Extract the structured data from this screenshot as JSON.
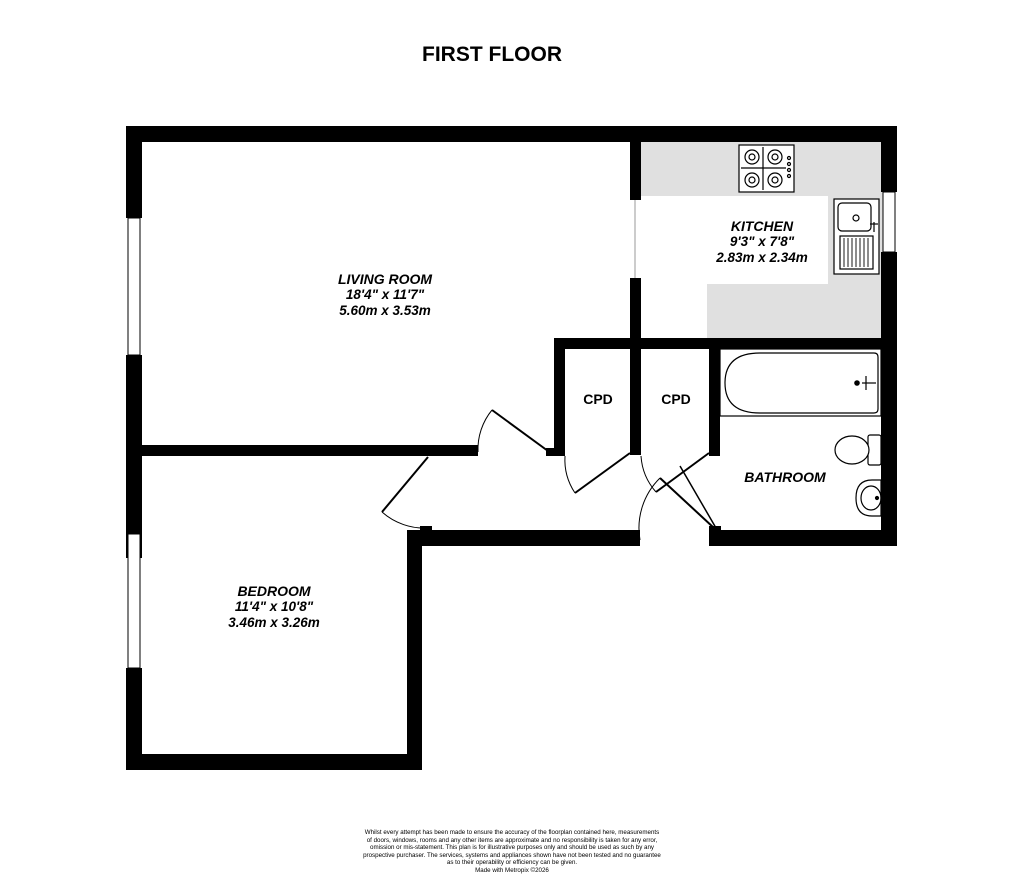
{
  "title": "FIRST FLOOR",
  "rooms": {
    "living_room": {
      "name": "LIVING ROOM",
      "imperial": "18'4\"  x 11'7\"",
      "metric": "5.60m  x 3.53m"
    },
    "kitchen": {
      "name": "KITCHEN",
      "imperial": "9'3\"  x 7'8\"",
      "metric": "2.83m  x 2.34m"
    },
    "bedroom": {
      "name": "BEDROOM",
      "imperial": "11'4\"  x 10'8\"",
      "metric": "3.46m  x 3.26m"
    },
    "bathroom": {
      "name": "BATHROOM"
    },
    "cpd_left": {
      "name": "CPD"
    },
    "cpd_right": {
      "name": "CPD"
    }
  },
  "disclaimer": {
    "line1": "Whilst every attempt has been made to ensure the accuracy of the floorplan contained here, measurements",
    "line2": "of doors, windows, rooms and any other items are approximate and no responsibility is taken for any error,",
    "line3": "omission or mis-statement. This plan is for illustrative purposes only and should be used as such by any",
    "line4": "prospective purchaser. The services, systems and appliances shown have not been tested and no guarantee",
    "line5": "as to their operability or efficiency can be given.",
    "line6": "Made with Metropix ©2026"
  },
  "colors": {
    "wall": "#000000",
    "counter": "#e0e0e0",
    "background": "#ffffff"
  }
}
